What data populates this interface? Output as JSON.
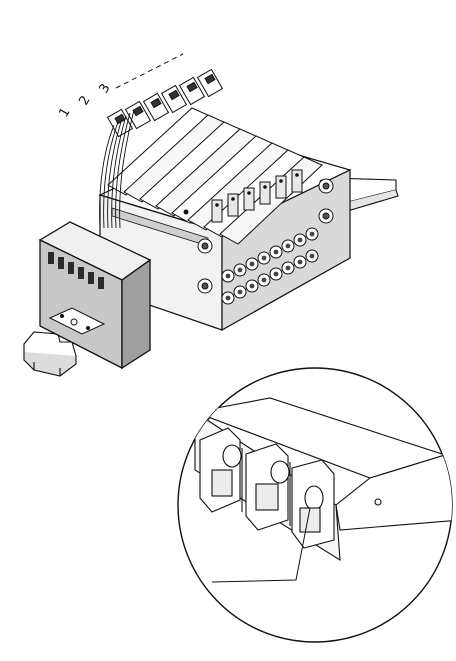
{
  "callouts": {
    "station_1": "1",
    "station_2": "2",
    "station_3": "3"
  }
}
